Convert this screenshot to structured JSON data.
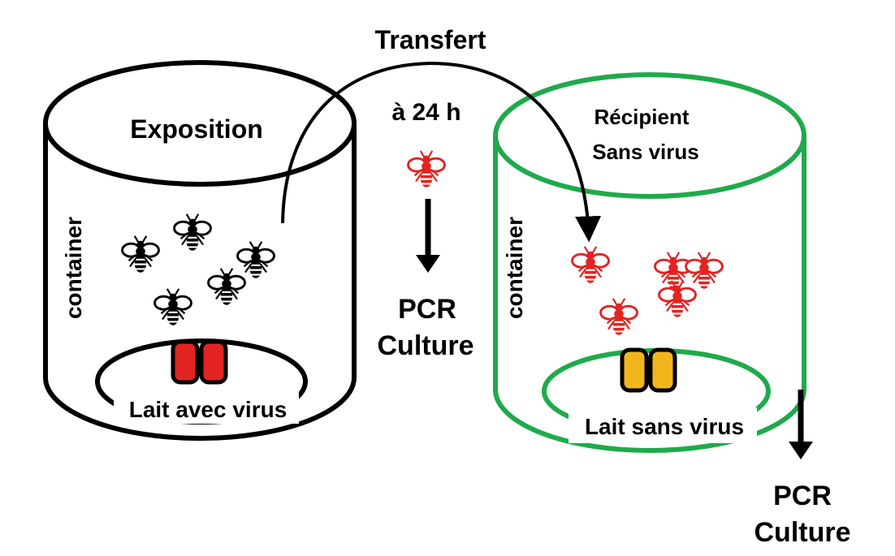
{
  "transfer": {
    "title": "Transfert",
    "time": "à 24 h"
  },
  "exposure_container": {
    "title": "Exposition",
    "side_label": "container",
    "dish_label": "Lait avec virus",
    "capsule_color": "#e32322",
    "color": "#000000"
  },
  "recipient_container": {
    "title_line1": "Récipient",
    "title_line2": "Sans virus",
    "side_label": "container",
    "dish_label": "Lait sans virus",
    "capsule_color": "#f2b61d",
    "color": "#1faa4b"
  },
  "middle_output": {
    "line1": "PCR",
    "line2": "Culture"
  },
  "right_output": {
    "line1": "PCR",
    "line2": "Culture"
  },
  "insect_icon": "bee-icon",
  "colors": {
    "insect_exposed": "#000000",
    "insect_infected": "#e32322"
  }
}
